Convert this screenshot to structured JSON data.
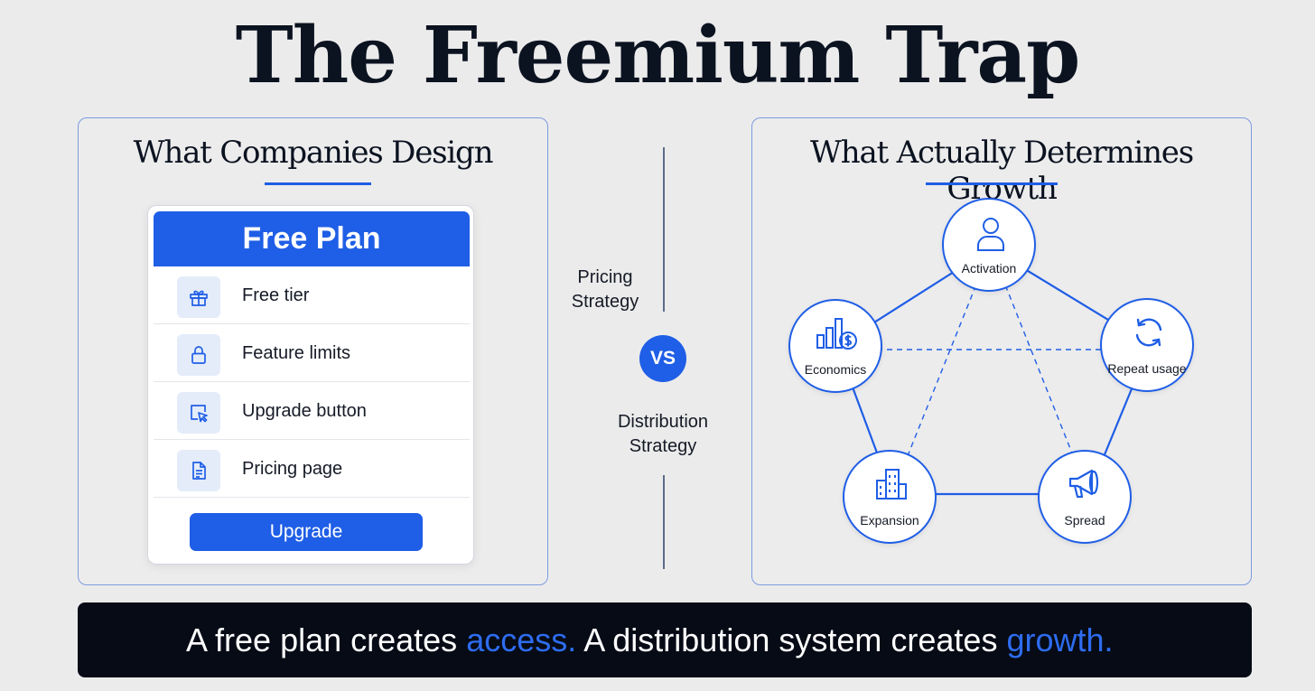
{
  "title": "The Freemium Trap",
  "left_panel": {
    "title": "What Companies Design",
    "card": {
      "header": "Free Plan",
      "items": [
        {
          "label": "Free tier",
          "icon": "gift-icon"
        },
        {
          "label": "Feature limits",
          "icon": "lock-icon"
        },
        {
          "label": "Upgrade button",
          "icon": "cursor-click-icon"
        },
        {
          "label": "Pricing page",
          "icon": "document-icon"
        }
      ],
      "button": "Upgrade"
    }
  },
  "middle": {
    "top_line1": "Pricing",
    "top_line2": "Strategy",
    "vs": "VS",
    "bottom_line1": "Distribution",
    "bottom_line2": "Strategy"
  },
  "right_panel": {
    "title": "What Actually Determines Growth",
    "nodes": [
      {
        "label": "Activation",
        "icon": "user-icon"
      },
      {
        "label": "Repeat usage",
        "icon": "refresh-icon"
      },
      {
        "label": "Spread",
        "icon": "megaphone-icon"
      },
      {
        "label": "Expansion",
        "icon": "buildings-icon"
      },
      {
        "label": "Economics",
        "icon": "chart-dollar-icon"
      }
    ]
  },
  "banner": {
    "part1": "A free plan creates ",
    "highlight1": "access.",
    "part2": " A distribution system creates ",
    "highlight2": "growth."
  },
  "colors": {
    "accent": "#1f5ee6",
    "banner_bg": "#060b16",
    "highlight": "#2e6cf0"
  }
}
